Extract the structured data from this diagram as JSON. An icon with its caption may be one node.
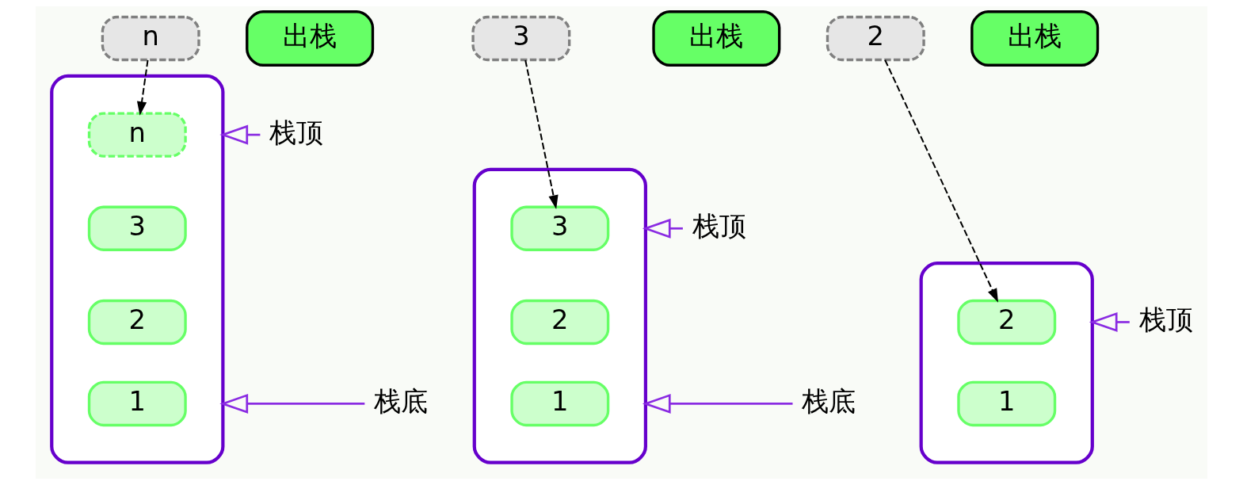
{
  "diagram": {
    "nodes": [
      {
        "text": [
          "出栈"
        ]
      },
      {
        "text": [],
        "shape": "cylinder"
      },
      {
        "text": [
          "n"
        ],
        "in": 1
      },
      {
        "text": [
          "3"
        ],
        "in": 1
      },
      {
        "text": [
          "2"
        ],
        "in": 1
      },
      {
        "text": [
          "1"
        ],
        "in": 1
      },
      {
        "text": [
          "n"
        ]
      },
      {
        "text": [
          "栈顶"
        ]
      },
      {
        "text": [
          "栈底"
        ]
      },
      {
        "text": [
          "出栈"
        ]
      },
      {
        "text": [],
        "shape": "cylinder"
      },
      {
        "text": [
          "3"
        ],
        "in": 10
      },
      {
        "text": [
          "2"
        ],
        "in": 10
      },
      {
        "text": [
          "1"
        ],
        "in": 10
      },
      {
        "text": [
          "3"
        ]
      },
      {
        "text": [
          "栈顶"
        ]
      },
      {
        "text": [
          "栈底"
        ]
      },
      {
        "text": [
          "出栈"
        ]
      },
      {
        "text": [],
        "shape": "cylinder"
      },
      {
        "text": [
          "2"
        ],
        "in": 18
      },
      {
        "text": [
          "1"
        ],
        "in": 18
      },
      {
        "text": [
          "2"
        ]
      },
      {
        "text": [
          "栈顶"
        ]
      }
    ],
    "edges": [
      {
        "from": 6,
        "to": 2,
        "arrow": "to",
        "style": "dashed",
        "color": "#000000"
      },
      {
        "from": 7,
        "to": 1,
        "arrow": "to"
      },
      {
        "from": 8,
        "to": 1,
        "arrow": "to"
      },
      {
        "from": 14,
        "to": 11,
        "arrow": "to",
        "style": "dashed",
        "color": "#000000"
      },
      {
        "from": 15,
        "to": 10,
        "arrow": "to"
      },
      {
        "from": 16,
        "to": 10,
        "arrow": "to"
      },
      {
        "from": 21,
        "to": 19,
        "arrow": "to",
        "style": "dashed",
        "color": "#000000"
      },
      {
        "from": 22,
        "to": 18,
        "arrow": "to"
      }
    ]
  }
}
